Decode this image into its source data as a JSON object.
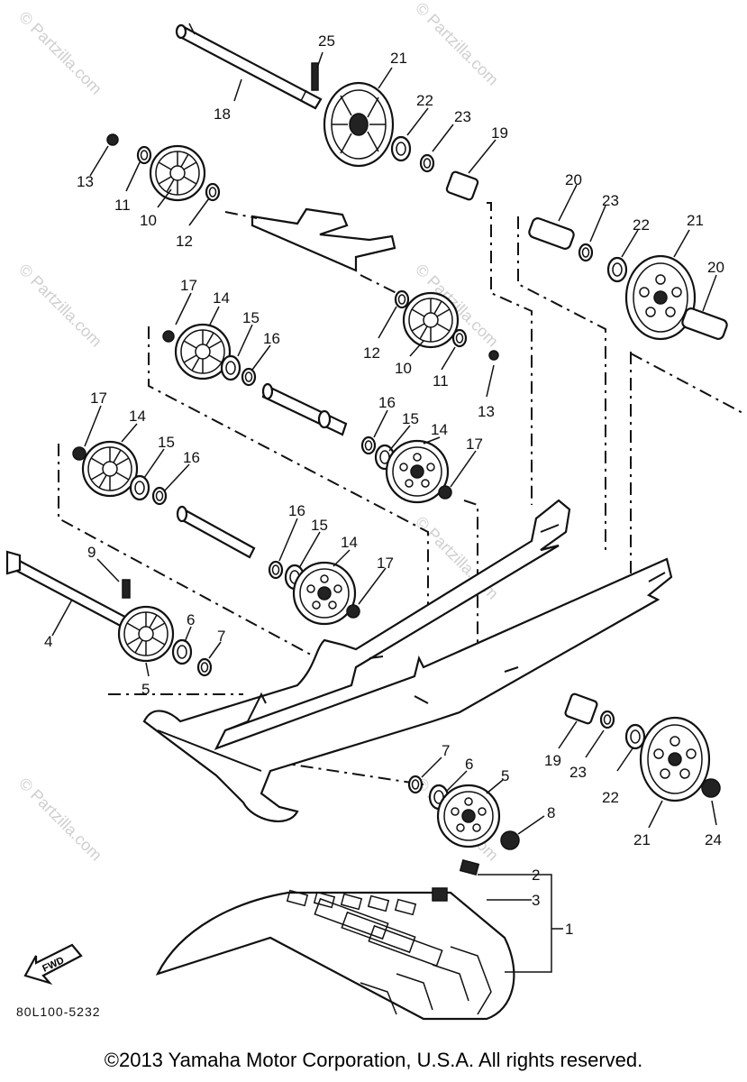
{
  "watermark": "© Partzilla.com",
  "diagram_code": "80L100-5232",
  "fwd_label": "FWD",
  "copyright": "©2013 Yamaha Motor Corporation, U.S.A. All rights reserved.",
  "callouts": {
    "c1": "1",
    "c2": "2",
    "c3": "3",
    "c4": "4",
    "c5a": "5",
    "c5b": "5",
    "c6a": "6",
    "c6b": "6",
    "c7a": "7",
    "c7b": "7",
    "c8": "8",
    "c9": "9",
    "c10a": "10",
    "c10b": "10",
    "c11a": "11",
    "c11b": "11",
    "c12a": "12",
    "c12b": "12",
    "c13a": "13",
    "c13b": "13",
    "c14a": "14",
    "c14b": "14",
    "c14c": "14",
    "c14d": "14",
    "c15a": "15",
    "c15b": "15",
    "c15c": "15",
    "c15d": "15",
    "c16a": "16",
    "c16b": "16",
    "c16c": "16",
    "c16d": "16",
    "c17a": "17",
    "c17b": "17",
    "c17c": "17",
    "c17d": "17",
    "c18": "18",
    "c19a": "19",
    "c19b": "19",
    "c20a": "20",
    "c20b": "20",
    "c21a": "21",
    "c21b": "21",
    "c21c": "21",
    "c22a": "22",
    "c22b": "22",
    "c22c": "22",
    "c23a": "23",
    "c23b": "23",
    "c23c": "23",
    "c24": "24",
    "c25": "25"
  }
}
